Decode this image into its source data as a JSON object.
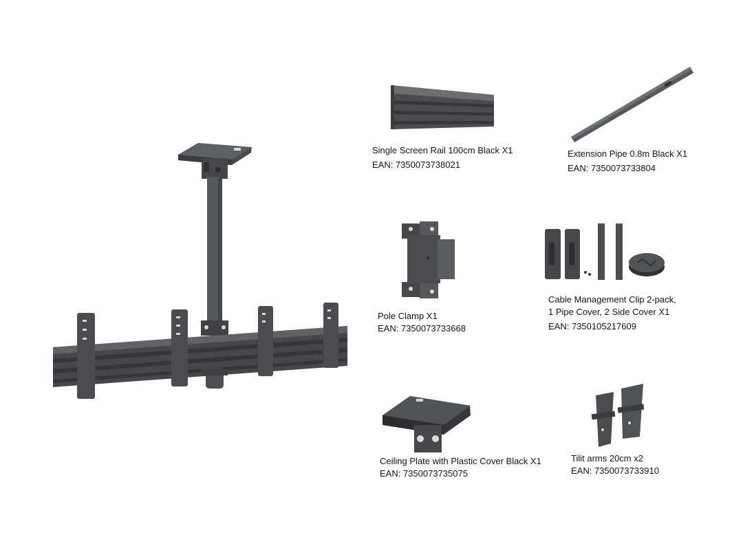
{
  "colors": {
    "metal_dark": "#3e4044",
    "metal_mid": "#55585d",
    "metal_light": "#6b6e73",
    "hole": "#d8d9db",
    "background": "#ffffff"
  },
  "main_product": {
    "icon": "ceiling-mount-assembly-icon"
  },
  "parts": [
    {
      "icon": "screen-rail-icon",
      "name": "Single Screen Rail 100cm Black X1",
      "ean": "EAN: 7350073738021"
    },
    {
      "icon": "extension-pipe-icon",
      "name": "Extension Pipe 0.8m Black X1",
      "ean": "EAN: 7350073733804"
    },
    {
      "icon": "pole-clamp-icon",
      "name": "Pole Clamp X1",
      "ean": "EAN: 7350073733668"
    },
    {
      "icon": "cable-clip-icon",
      "name_line1": "Cable Management Clip 2-pack,",
      "name_line2": "1 Pipe Cover, 2 Side Cover X1",
      "ean": "EAN: 7350105217609"
    },
    {
      "icon": "ceiling-plate-icon",
      "name": "Ceiling Plate with Plastic Cover Black X1",
      "ean": "EAN: 7350073735075"
    },
    {
      "icon": "tilt-arm-icon",
      "name": "Tilit arms 20cm x2",
      "ean": "EAN: 7350073733910"
    }
  ]
}
